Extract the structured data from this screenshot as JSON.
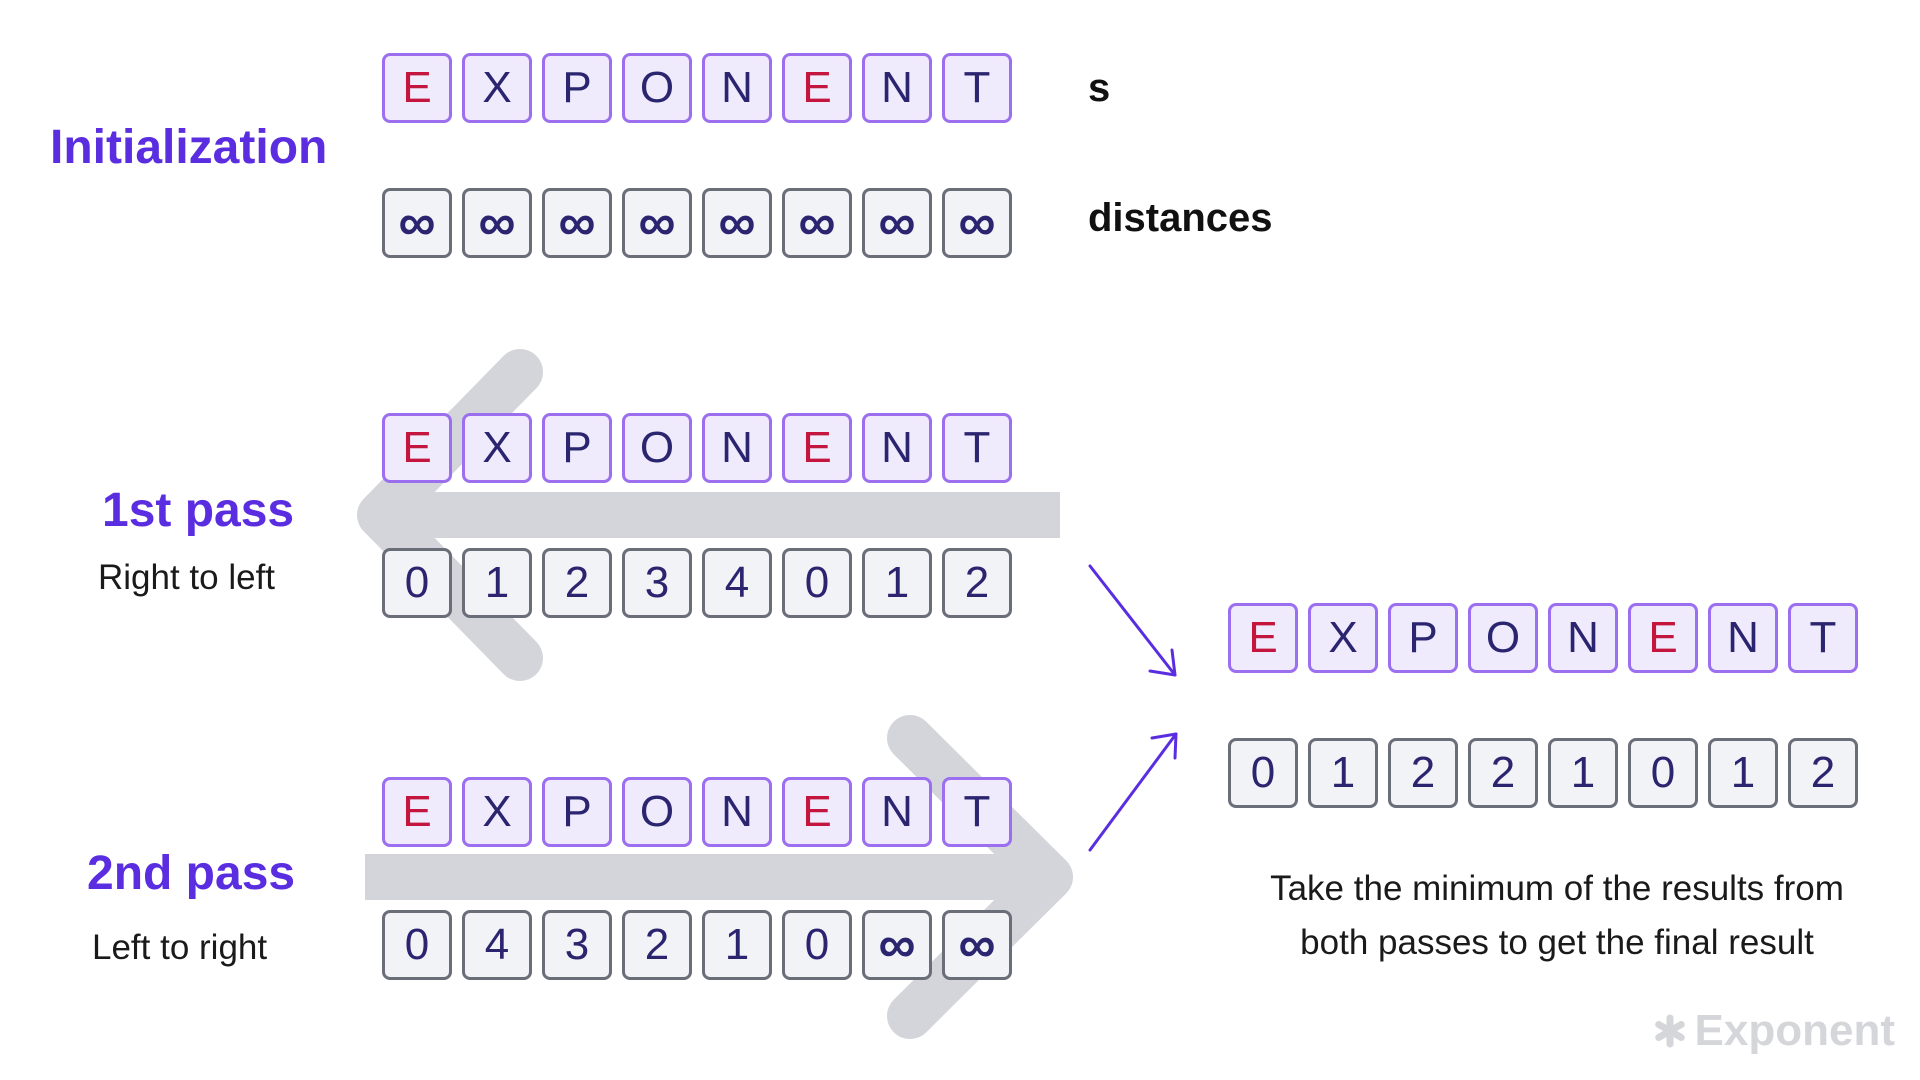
{
  "word": [
    "E",
    "X",
    "P",
    "O",
    "N",
    "E",
    "N",
    "T"
  ],
  "highlight_letter": "E",
  "init": {
    "title": "Initialization",
    "s_label": "s",
    "distances_label": "distances",
    "values": [
      "∞",
      "∞",
      "∞",
      "∞",
      "∞",
      "∞",
      "∞",
      "∞"
    ]
  },
  "pass1": {
    "title": "1st pass",
    "subtitle": "Right to left",
    "values": [
      "0",
      "1",
      "2",
      "3",
      "4",
      "0",
      "1",
      "2"
    ],
    "arrow_direction": "left"
  },
  "pass2": {
    "title": "2nd pass",
    "subtitle": "Left to right",
    "values": [
      "0",
      "4",
      "3",
      "2",
      "1",
      "0",
      "∞",
      "∞"
    ],
    "arrow_direction": "right"
  },
  "result": {
    "values": [
      "0",
      "1",
      "2",
      "2",
      "1",
      "0",
      "1",
      "2"
    ],
    "caption_line1": "Take the minimum of the results from",
    "caption_line2": "both passes to get the final result"
  },
  "brand": {
    "name": "Exponent",
    "icon": "asterisk-icon"
  },
  "colors": {
    "title_purple": "#5a2ee0",
    "letter_fill": "#efebfd",
    "letter_border": "#9b6ff0",
    "highlight_red": "#c4153e",
    "number_fill": "#f2f3f6",
    "number_border": "#6a6e78",
    "big_arrow_gray": "#d3d5db"
  }
}
